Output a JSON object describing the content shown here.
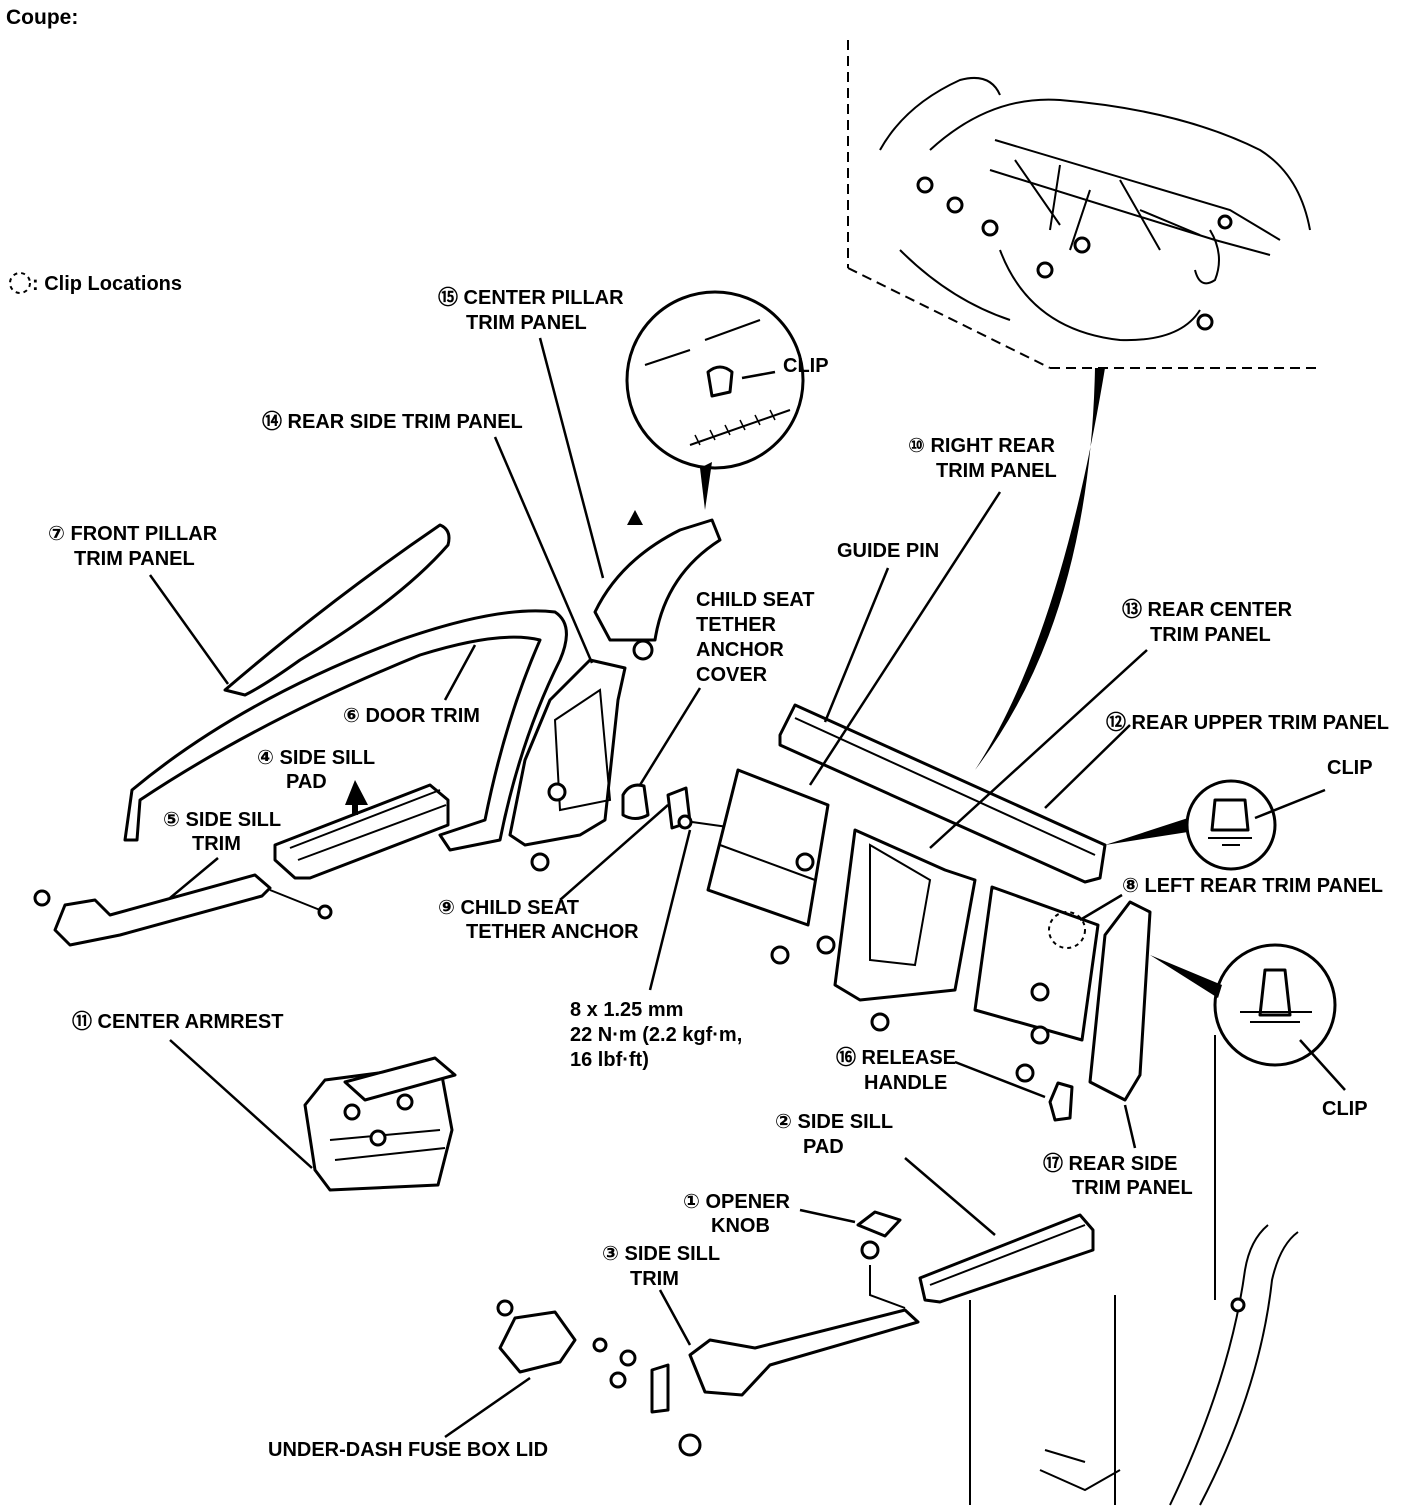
{
  "title": "Coupe:",
  "legend": {
    "label": ": Clip Locations"
  },
  "labels": {
    "l1": [
      "① OPENER",
      "KNOB"
    ],
    "l2": [
      "② SIDE SILL",
      "PAD"
    ],
    "l3": [
      "③ SIDE SILL",
      "TRIM"
    ],
    "l4": [
      "④ SIDE SILL",
      "PAD"
    ],
    "l5": [
      "⑤ SIDE SILL",
      "TRIM"
    ],
    "l6": [
      "⑥ DOOR TRIM"
    ],
    "l7": [
      "⑦ FRONT PILLAR",
      "TRIM PANEL"
    ],
    "l8": [
      "⑧ LEFT REAR TRIM PANEL"
    ],
    "l9": [
      "⑨ CHILD SEAT",
      "TETHER ANCHOR"
    ],
    "l10": [
      "⑩ RIGHT REAR",
      "TRIM PANEL"
    ],
    "l11": [
      "⑪ CENTER ARMREST"
    ],
    "l12": [
      "⑫ REAR UPPER TRIM PANEL"
    ],
    "l13": [
      "⑬ REAR CENTER",
      "TRIM PANEL"
    ],
    "l14": [
      "⑭ REAR SIDE TRIM PANEL"
    ],
    "l15": [
      "⑮ CENTER PILLAR",
      "TRIM PANEL"
    ],
    "l16": [
      "⑯ RELEASE",
      "HANDLE"
    ],
    "l17": [
      "⑰ REAR SIDE",
      "TRIM PANEL"
    ],
    "guide_pin": [
      "GUIDE PIN"
    ],
    "child_cover": [
      "CHILD SEAT",
      "TETHER",
      "ANCHOR",
      "COVER"
    ],
    "torque": [
      "8 x 1.25 mm",
      "22 N·m (2.2 kgf·m,",
      "16 lbf·ft)"
    ],
    "fuse_box": [
      "UNDER-DASH FUSE BOX LID"
    ],
    "clip_a": [
      "CLIP"
    ],
    "clip_b": [
      "CLIP"
    ],
    "clip_c": [
      "CLIP"
    ]
  }
}
